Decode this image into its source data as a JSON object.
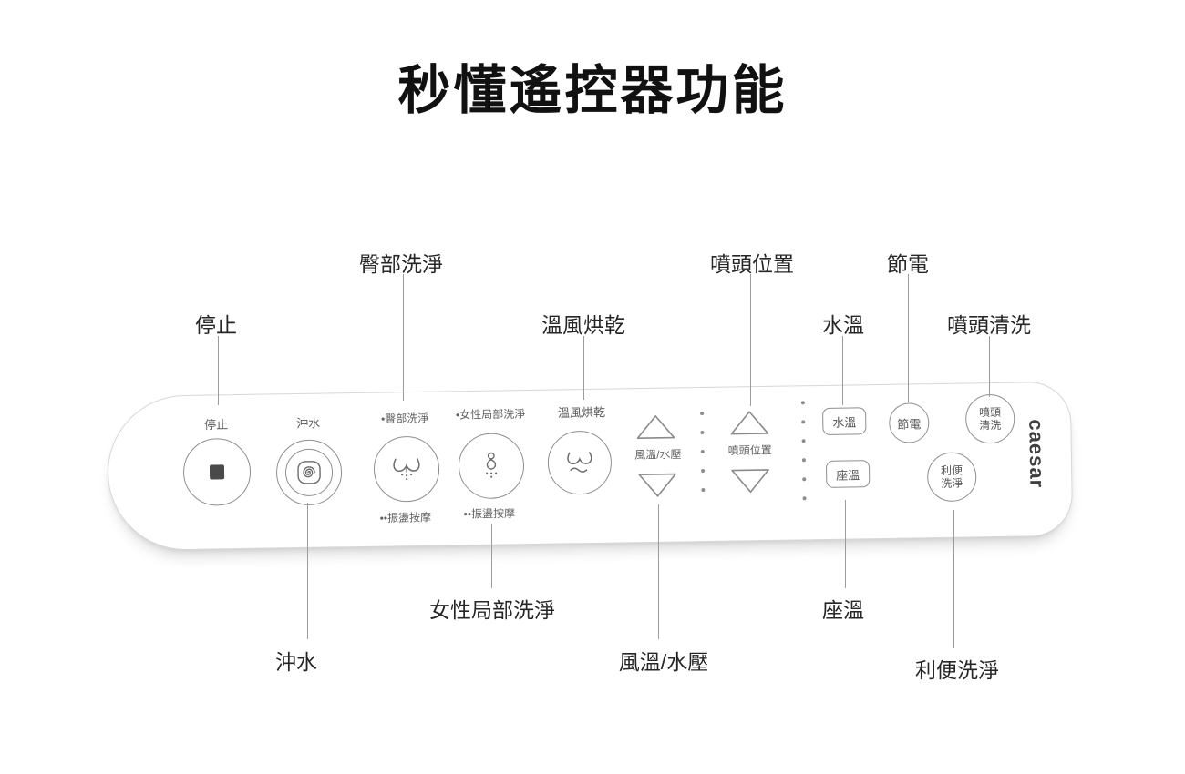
{
  "title": "秒懂遙控器功能",
  "callouts": {
    "stop": "停止",
    "rear_wash": "臀部洗淨",
    "warm_dry": "溫風烘乾",
    "nozzle_position": "噴頭位置",
    "water_temp": "水溫",
    "power_save": "節電",
    "nozzle_clean": "噴頭清洗",
    "flush": "沖水",
    "feminine_wash": "女性局部洗淨",
    "air_temp_water_pressure": "風溫/水壓",
    "seat_temp": "座溫",
    "easy_clean": "利便洗淨"
  },
  "remote": {
    "brand": "caesar",
    "buttons": {
      "stop": "停止",
      "flush": "沖水",
      "rear_wash": "•臀部洗淨",
      "rear_massage": "••振盪按摩",
      "feminine_wash": "•女性局部洗淨",
      "feminine_massage": "••振盪按摩",
      "warm_dry": "溫風烘乾",
      "air_temp_water_pressure": "風溫/水壓",
      "nozzle_position": "噴頭位置",
      "water_temp": "水溫",
      "seat_temp": "座溫",
      "power_save": "節電",
      "nozzle_clean_1": "噴頭",
      "nozzle_clean_2": "清洗",
      "easy_clean_1": "利便",
      "easy_clean_2": "洗淨"
    }
  }
}
